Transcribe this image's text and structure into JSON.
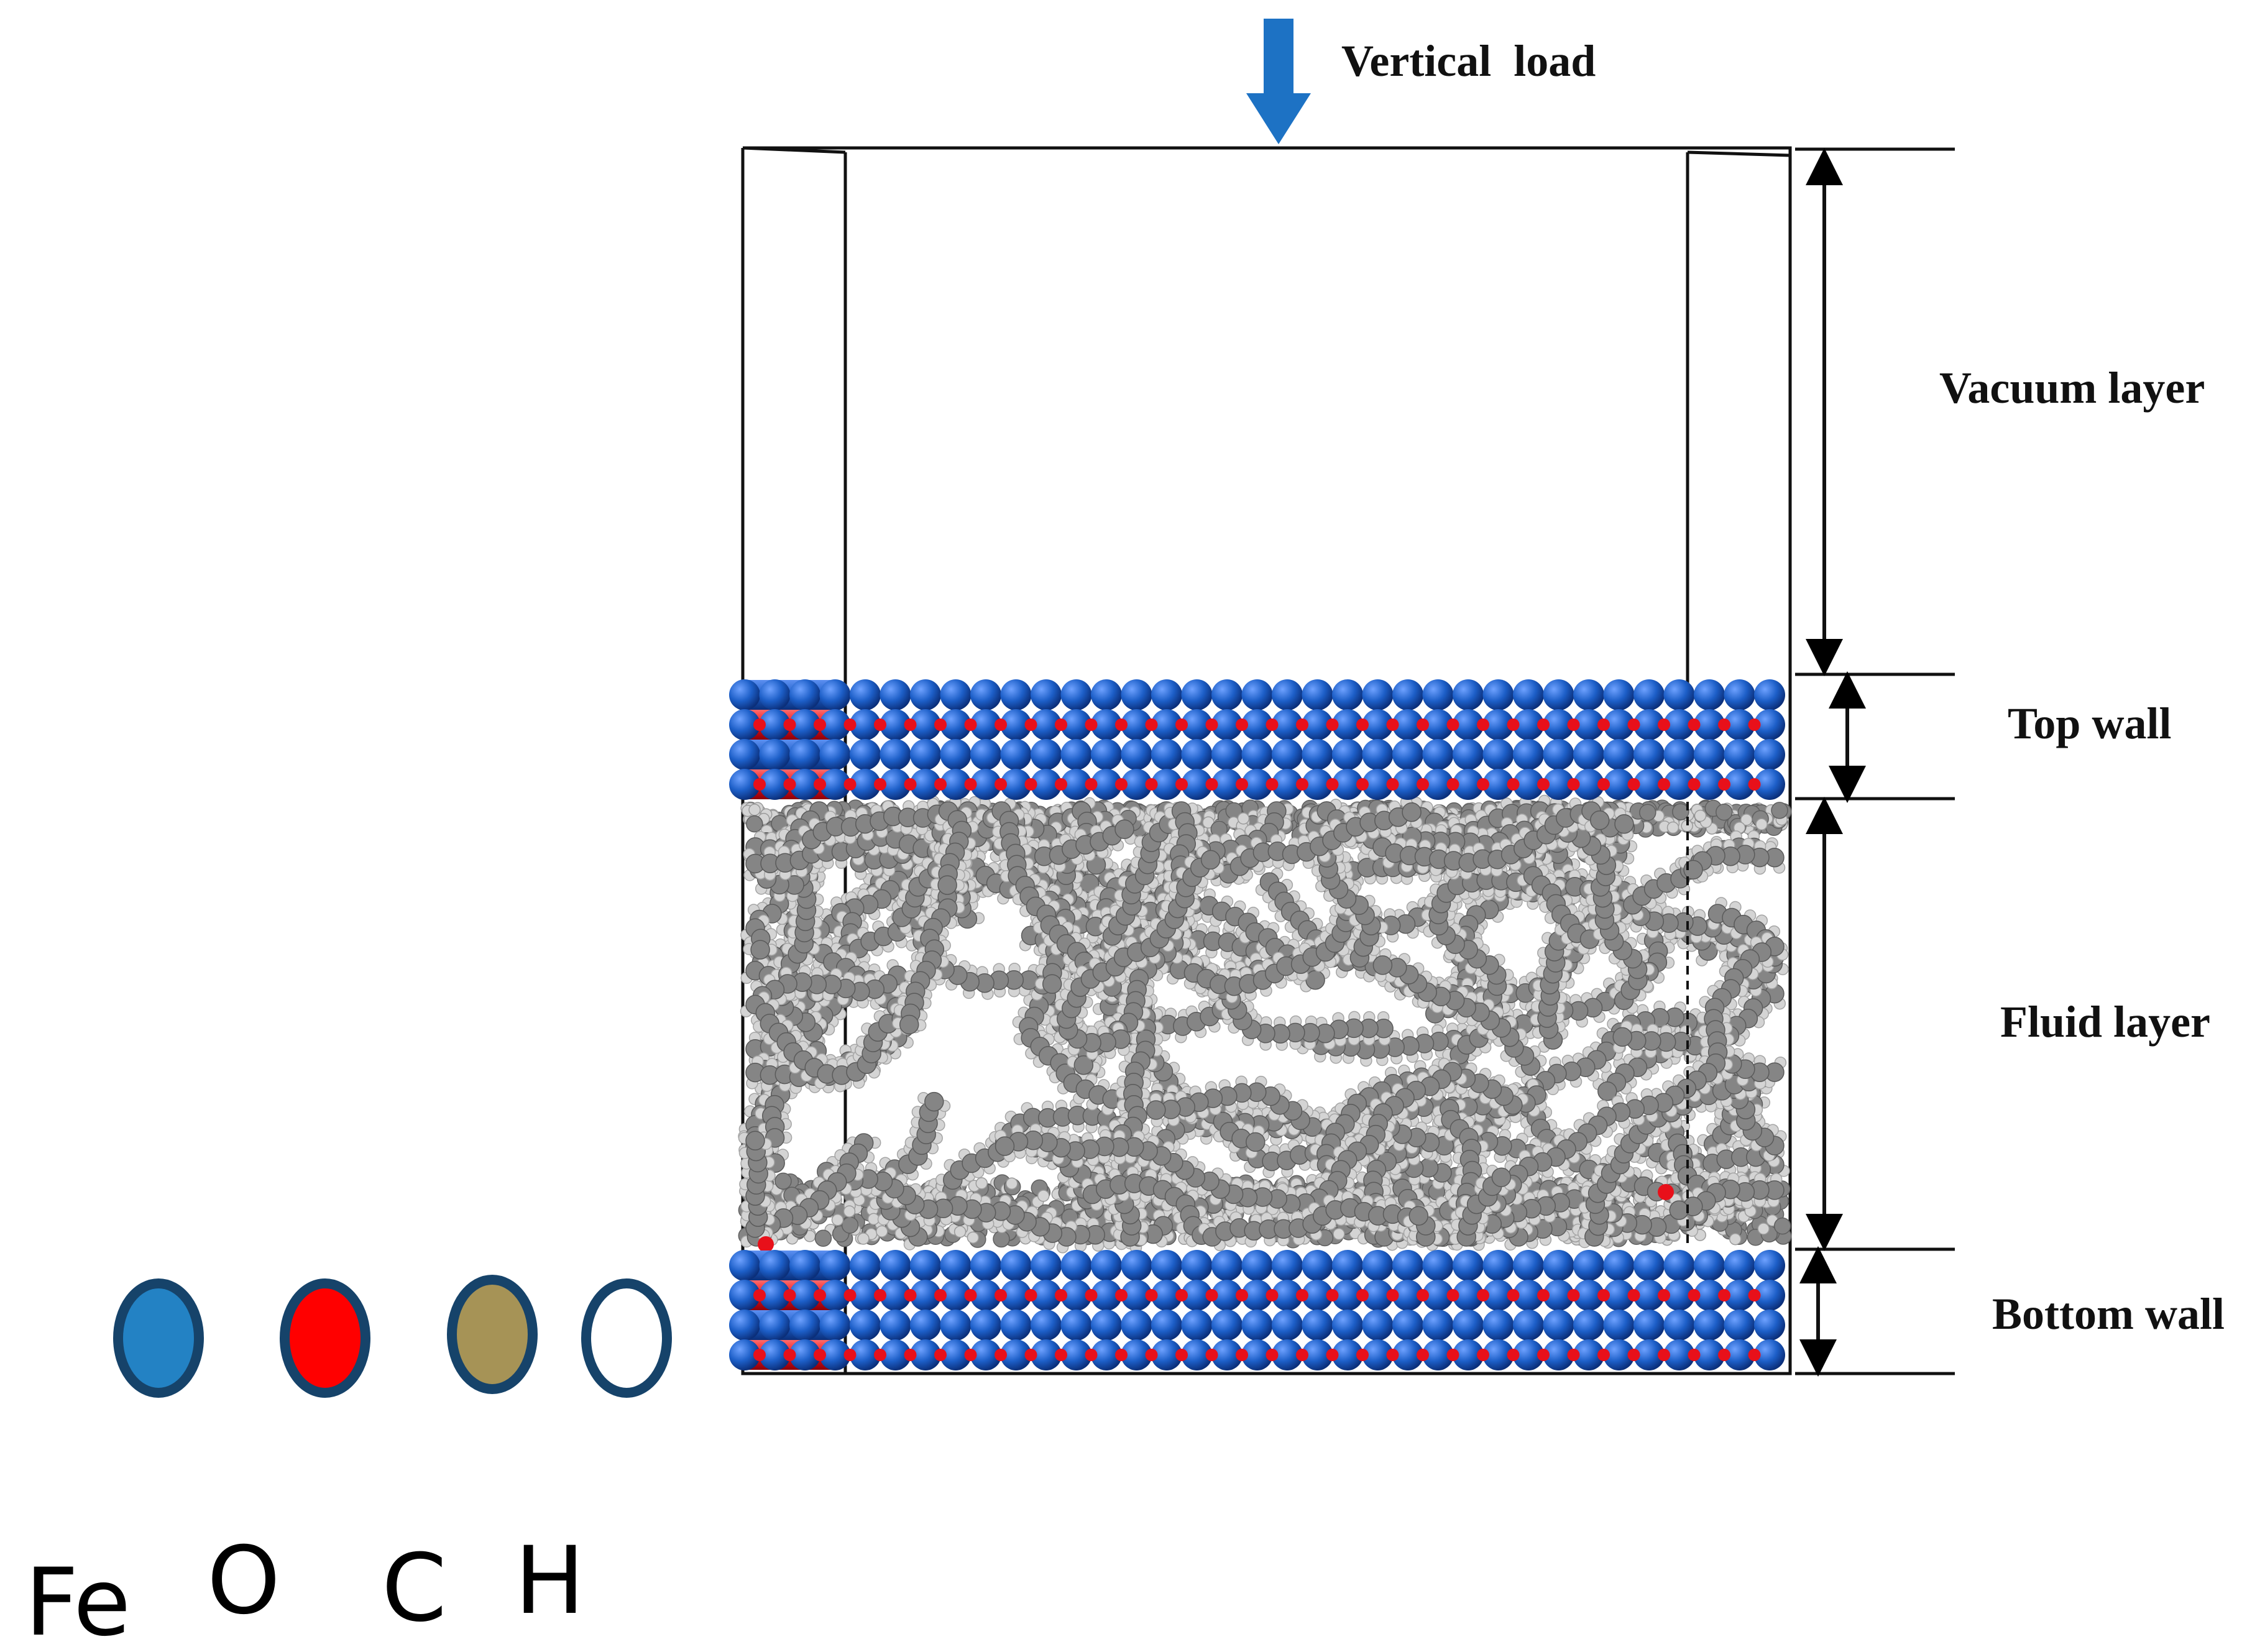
{
  "labels": {
    "vertical_load": "Vertical  load",
    "vacuum_layer": "Vacuum layer",
    "top_wall": "Top wall",
    "fluid_layer": "Fluid layer",
    "bottom_wall": "Bottom wall"
  },
  "legend": [
    {
      "symbol": "Fe",
      "fill": "#2382c4",
      "stroke": "#16436a"
    },
    {
      "symbol": "O",
      "fill": "#ff0000",
      "stroke": "#16436a"
    },
    {
      "symbol": "C",
      "fill": "#a69356",
      "stroke": "#16436a"
    },
    {
      "symbol": "H",
      "fill": "#ffffff",
      "stroke": "#16436a"
    }
  ],
  "colors": {
    "fe_atom": "#1656b8",
    "o_atom": "#e8101a",
    "fluid_carbon": "#858585",
    "fluid_hydrogen": "#d4d4d4",
    "load_arrow": "#1d72c4"
  }
}
